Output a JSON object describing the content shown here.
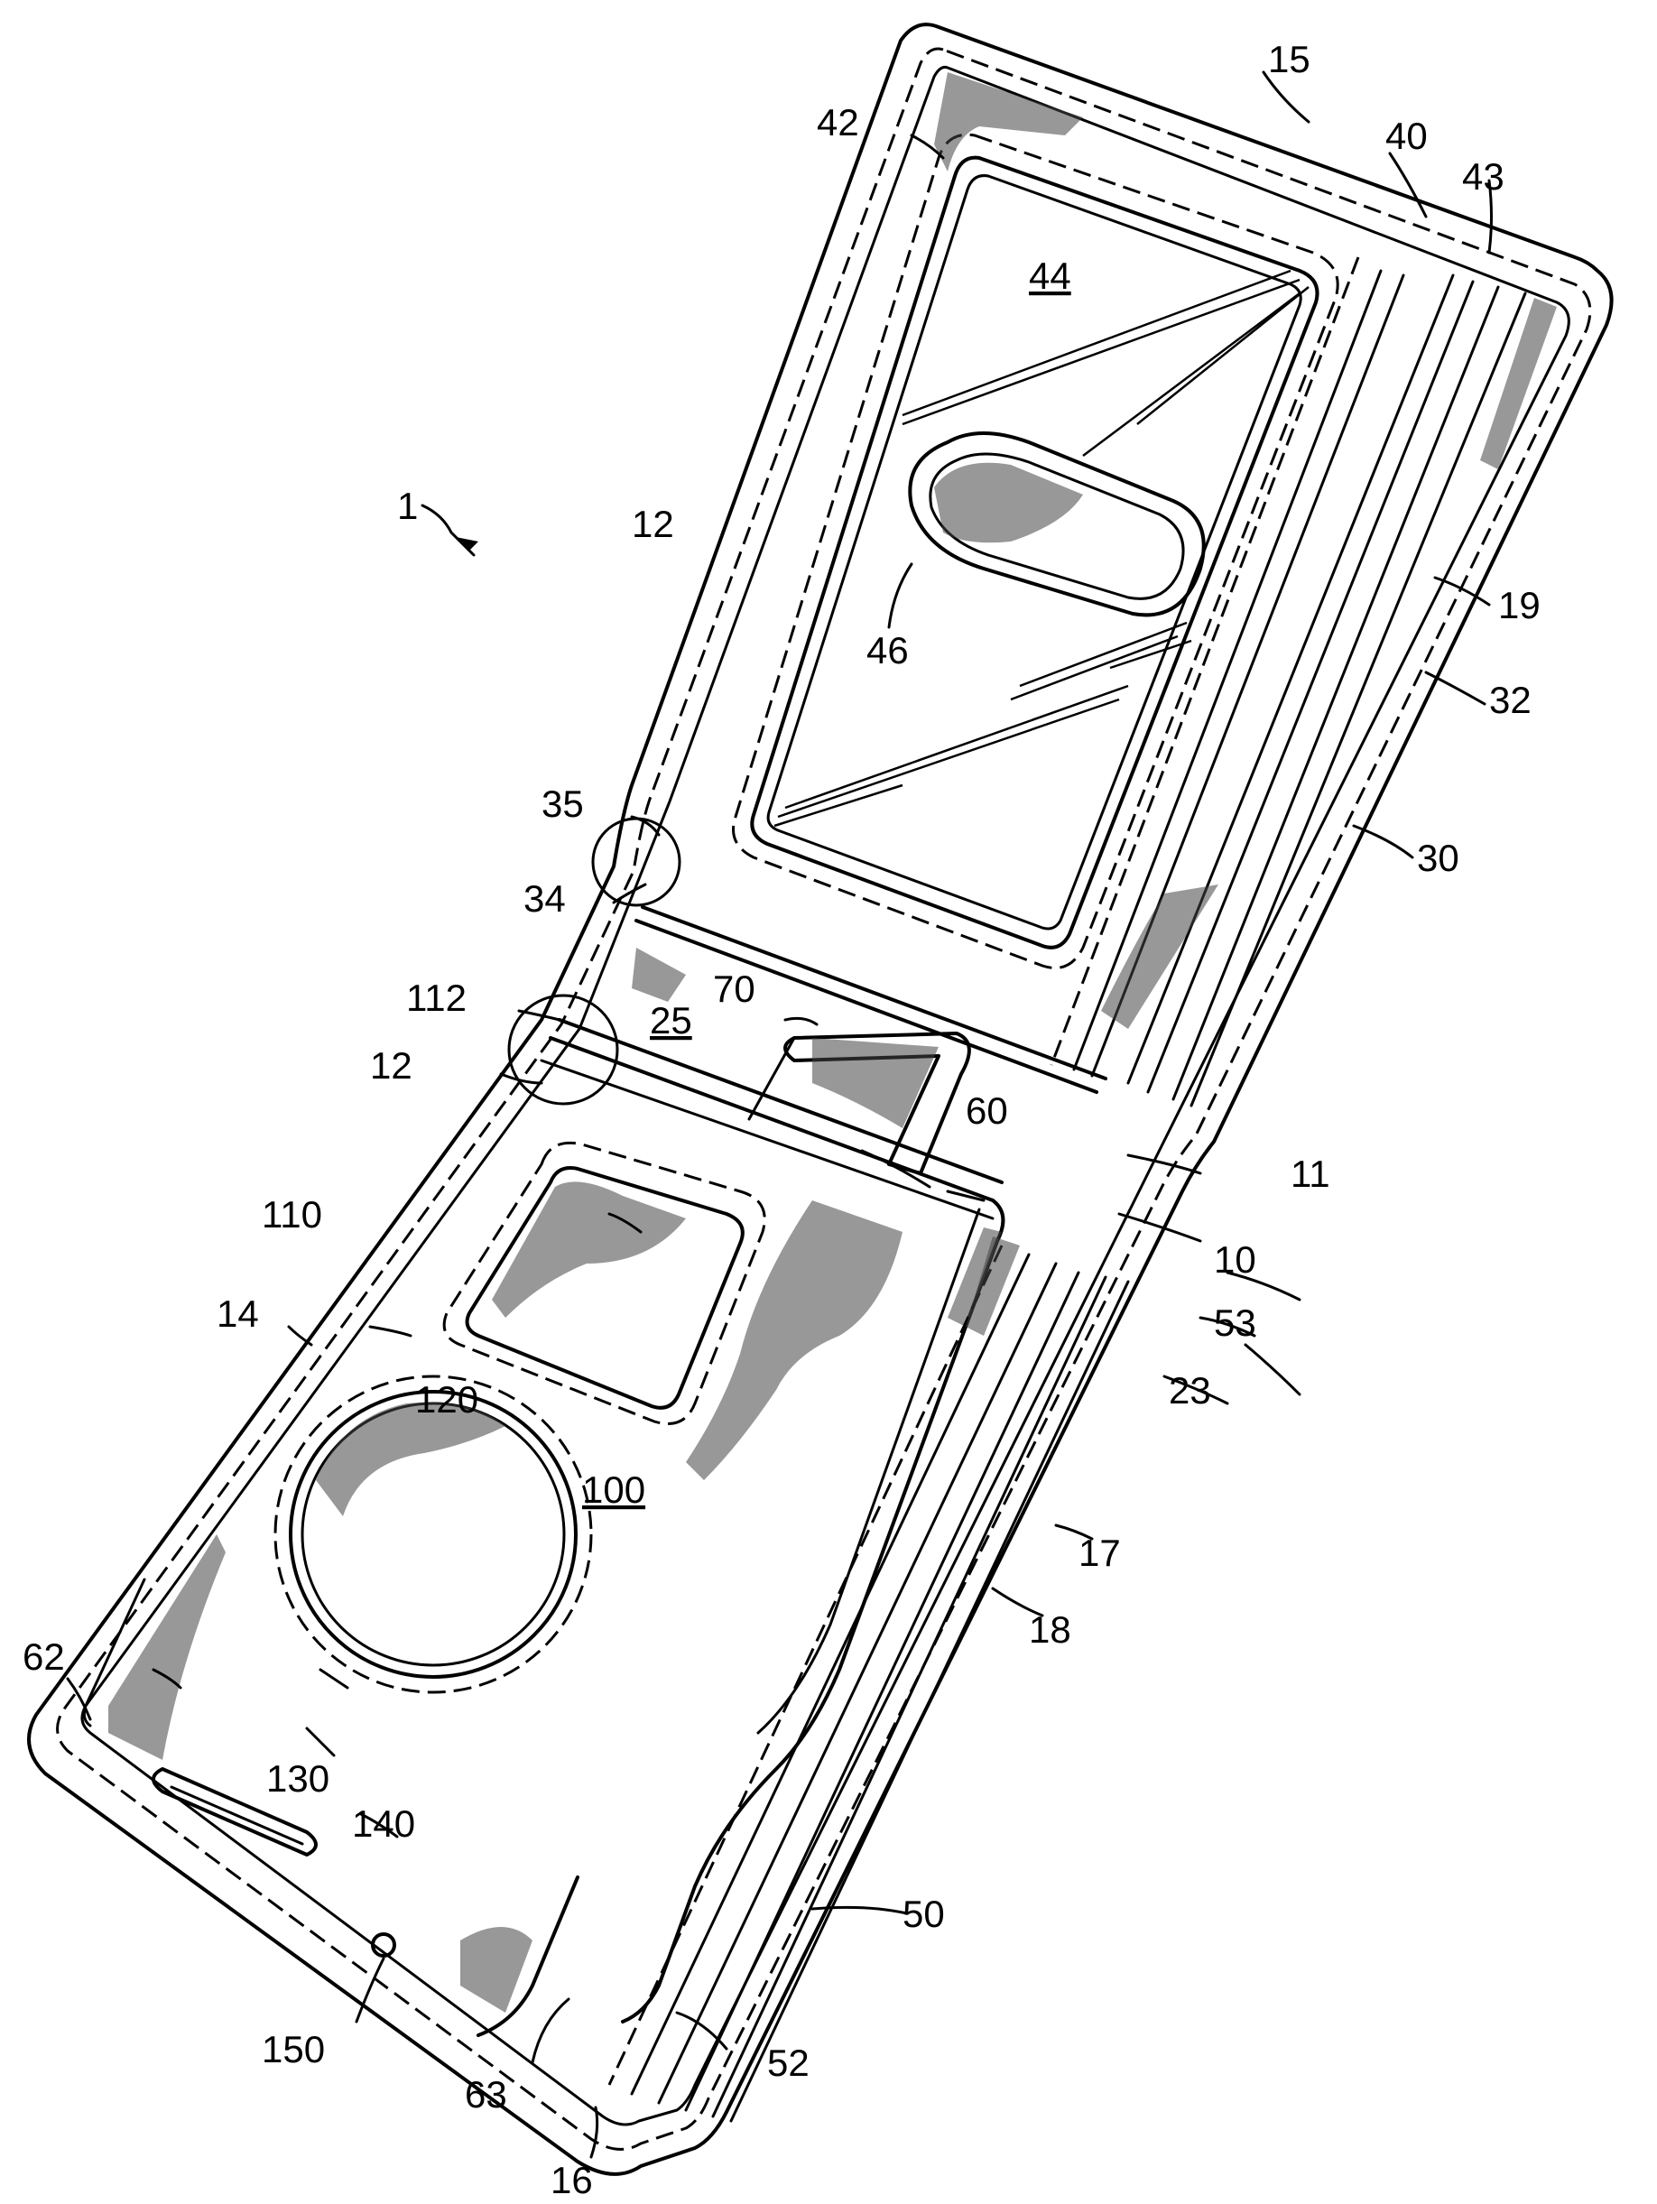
{
  "figure": {
    "ref_labels": {
      "r1": "1",
      "r10": "10",
      "r11": "11",
      "r12a": "12",
      "r12b": "12",
      "r14": "14",
      "r15": "15",
      "r16": "16",
      "r17": "17",
      "r18": "18",
      "r19": "19",
      "r23": "23",
      "r25": "25",
      "r30": "30",
      "r32": "32",
      "r34": "34",
      "r35": "35",
      "r40": "40",
      "r42": "42",
      "r43": "43",
      "r44": "44",
      "r46": "46",
      "r50": "50",
      "r52": "52",
      "r53": "53",
      "r60": "60",
      "r62": "62",
      "r63": "63",
      "r70": "70",
      "r100": "100",
      "r110": "110",
      "r112": "112",
      "r120": "120",
      "r130": "130",
      "r140": "140",
      "r150": "150"
    }
  }
}
